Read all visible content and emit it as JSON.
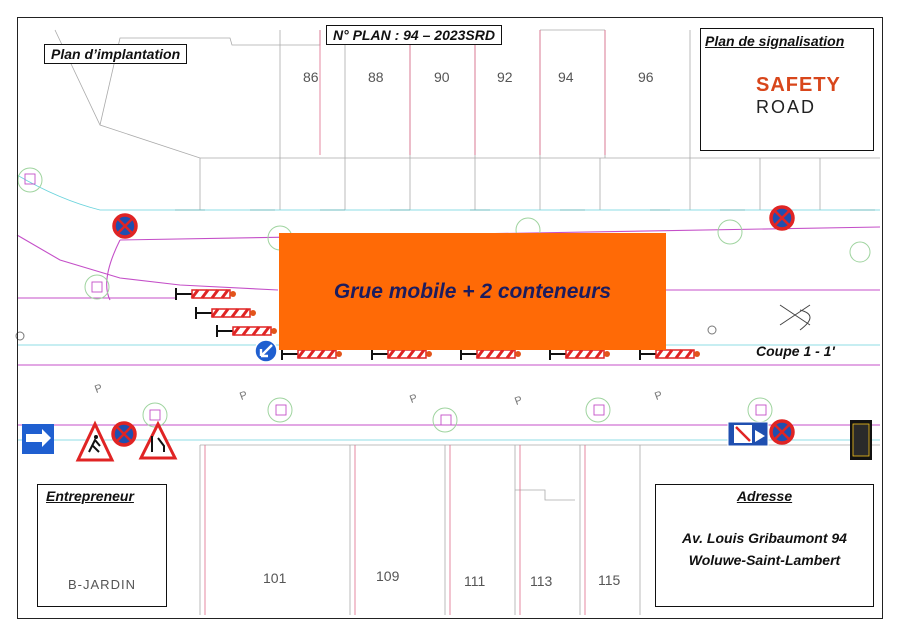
{
  "header": {
    "plan_title": "Plan d’implantation",
    "plan_number": "N° PLAN : 94 – 2023SRD",
    "signal_title": "Plan de signalisation"
  },
  "logo": {
    "word1": "SAFETY",
    "word2": "ROAD",
    "color_orange": "#f5a21b",
    "color_red": "#d8461b"
  },
  "work_zone": {
    "label": "Grue mobile + 2 conteneurs",
    "color": "#ff6a06"
  },
  "section_label": "Coupe 1 - 1'",
  "contractor": {
    "title": "Entrepreneur",
    "name": "B-JARDIN"
  },
  "address": {
    "title": "Adresse",
    "line1": "Av. Louis Gribaumont 94",
    "line2": "Woluwe-Saint-Lambert"
  },
  "house_numbers_top": [
    "86",
    "88",
    "90",
    "92",
    "94",
    "96"
  ],
  "house_numbers_bottom": [
    "101",
    "109",
    "111",
    "113",
    "115"
  ],
  "parking_mark": "P",
  "signs": {
    "no_stopping": "no-stopping-sign",
    "keep_left": "keep-left-sign",
    "one_way": "one-way-sign",
    "roadworks": "roadworks-sign",
    "narrowing": "road-narrowing-sign",
    "no_parking_zone": "no-parking-zone-sign",
    "company_panel": "SafetyRoad"
  }
}
